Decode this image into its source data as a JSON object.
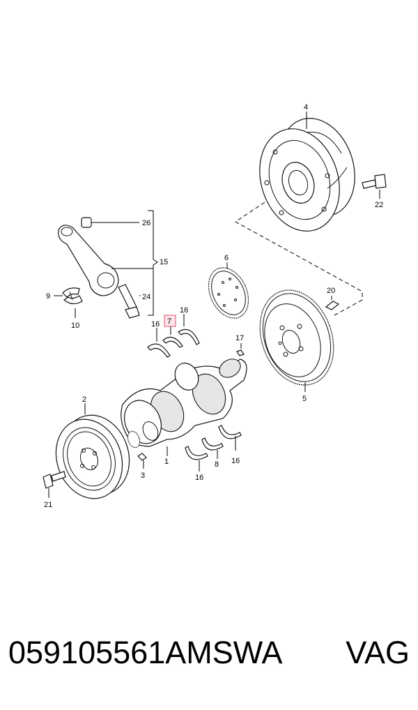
{
  "diagram": {
    "labels": {
      "p1": "1",
      "p2": "2",
      "p3": "3",
      "p4": "4",
      "p5": "5",
      "p6": "6",
      "p7": "7",
      "p8": "8",
      "p9": "9",
      "p10": "10",
      "p15": "15",
      "p16a": "16",
      "p16b": "16",
      "p16c": "16",
      "p16d": "16",
      "p17": "17",
      "p20": "20",
      "p21": "21",
      "p22": "22",
      "p24": "24",
      "p26": "26"
    },
    "highlight_color": "#e05070"
  },
  "footer": {
    "part_number": "059105561AMSWA",
    "brand": "VAG"
  }
}
